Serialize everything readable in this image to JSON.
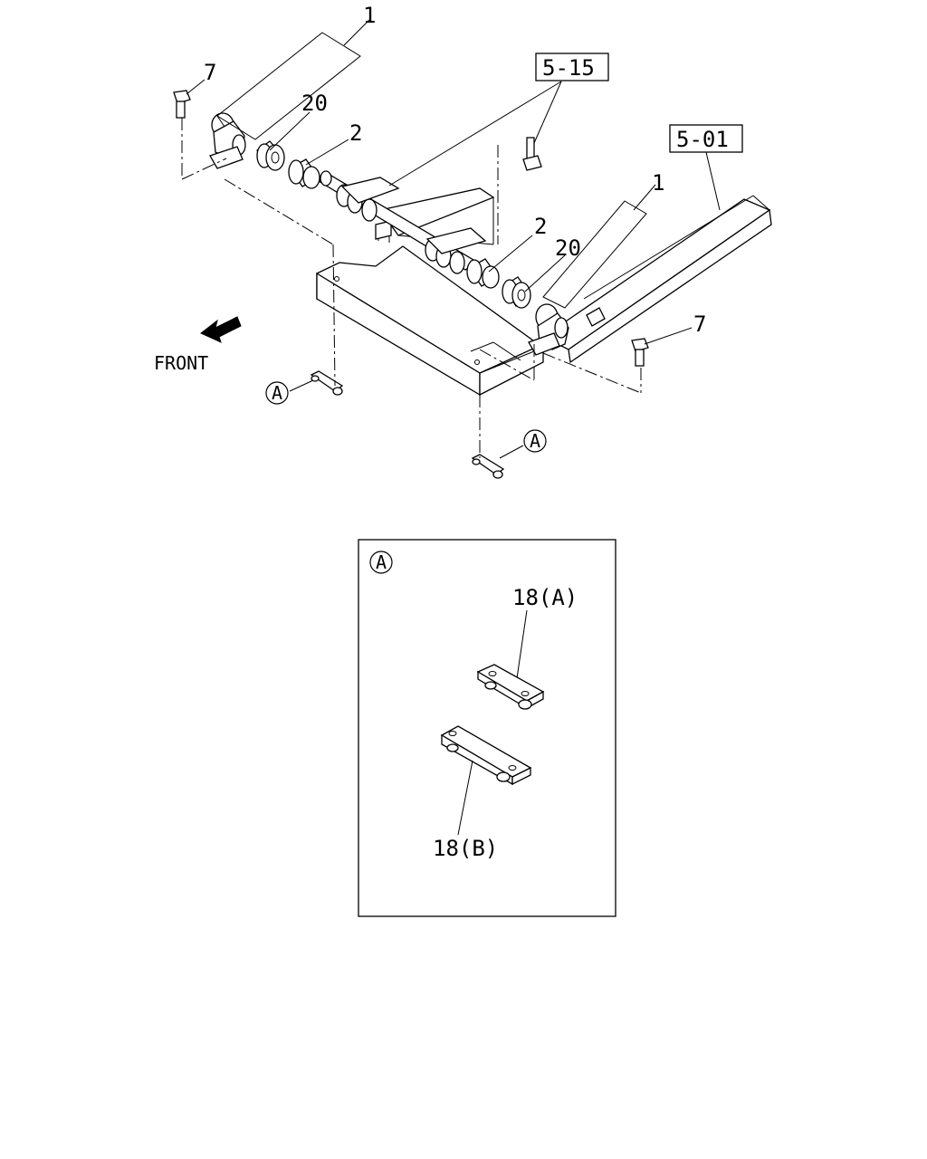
{
  "diagram": {
    "callouts": {
      "part_1_left": "1",
      "part_1_right": "1",
      "part_2_left": "2",
      "part_2_right": "2",
      "part_7_left": "7",
      "part_7_right": "7",
      "part_20_left": "20",
      "part_20_right": "20"
    },
    "references": {
      "ref_5_15": "5-15",
      "ref_5_01": "5-01"
    },
    "direction_label": "FRONT",
    "view_marker": "A",
    "detail": {
      "marker": "A",
      "part_18a": "18(A)",
      "part_18b": "18(B)"
    }
  }
}
